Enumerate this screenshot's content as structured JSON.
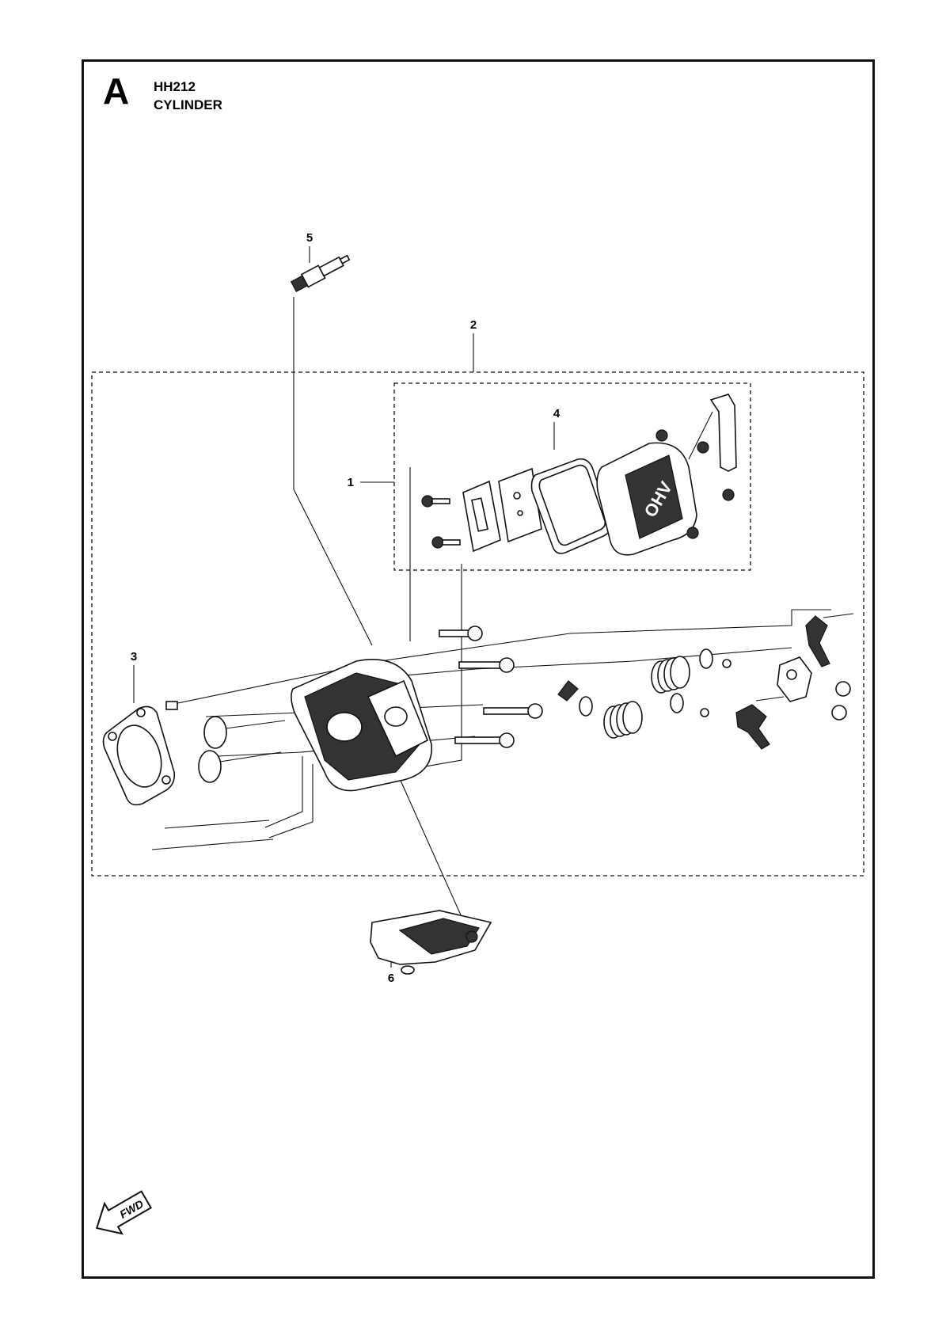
{
  "header": {
    "section_letter": "A",
    "model_code": "HH212",
    "assembly_name": "CYLINDER"
  },
  "callouts": [
    {
      "id": "callout-1",
      "label": "1"
    },
    {
      "id": "callout-2",
      "label": "2"
    },
    {
      "id": "callout-3",
      "label": "3"
    },
    {
      "id": "callout-4",
      "label": "4"
    },
    {
      "id": "callout-5",
      "label": "5"
    },
    {
      "id": "callout-6",
      "label": "6"
    }
  ],
  "parts": {
    "valve_cover_marking": "OHV"
  },
  "direction_indicator": {
    "label": "FWD"
  }
}
